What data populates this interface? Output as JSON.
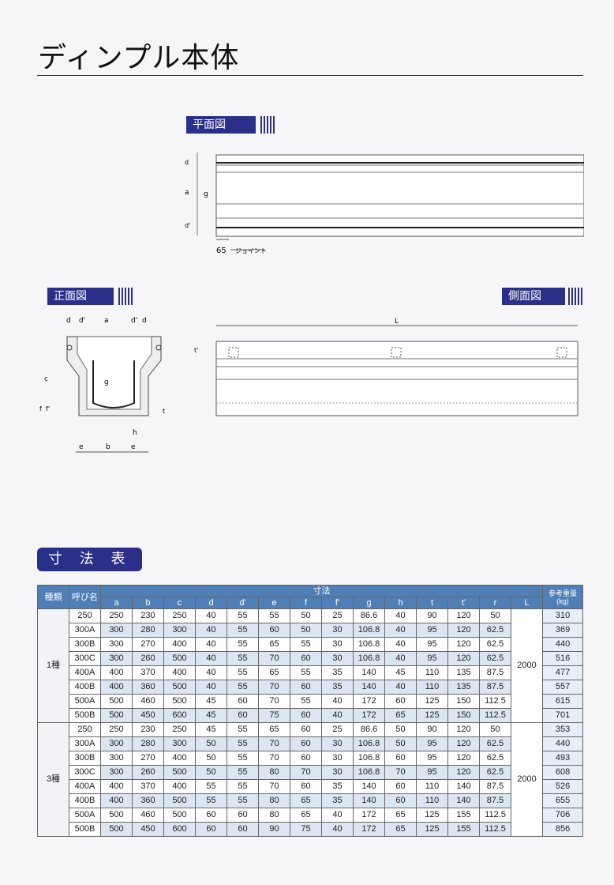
{
  "title": "ディンプル本体",
  "plan_label": "平面図",
  "front_label": "正面図",
  "side_label": "側面図",
  "table_label": "寸 法 表",
  "plan": {
    "dim_65": "65",
    "joint": "ジョイント",
    "a": "a",
    "g": "g",
    "d": "d",
    "dprime": "d'"
  },
  "front": {
    "d": "d",
    "dprime": "d'",
    "a": "a",
    "c": "c",
    "f": "f",
    "fprime": "f'",
    "g": "g",
    "h": "h",
    "e": "e",
    "b": "b",
    "t": "t"
  },
  "side": {
    "L": "L",
    "tprime": "t'"
  },
  "table": {
    "col_kind": "種類",
    "col_name": "呼び名",
    "col_dims": "寸法",
    "col_weight": "参考重量(kg)",
    "dim_headers": [
      "a",
      "b",
      "c",
      "d",
      "d'",
      "e",
      "f",
      "f'",
      "g",
      "h",
      "t",
      "t'",
      "r",
      "L"
    ],
    "groups": [
      {
        "kind": "1種",
        "L": "2000",
        "rows": [
          {
            "name": "250",
            "vals": [
              "250",
              "230",
              "250",
              "40",
              "55",
              "55",
              "50",
              "25",
              "86.6",
              "40",
              "90",
              "120",
              "50"
            ],
            "w": "310"
          },
          {
            "name": "300A",
            "vals": [
              "300",
              "280",
              "300",
              "40",
              "55",
              "60",
              "50",
              "30",
              "106.8",
              "40",
              "95",
              "120",
              "62.5"
            ],
            "w": "369"
          },
          {
            "name": "300B",
            "vals": [
              "300",
              "270",
              "400",
              "40",
              "55",
              "65",
              "55",
              "30",
              "106.8",
              "40",
              "95",
              "120",
              "62.5"
            ],
            "w": "440"
          },
          {
            "name": "300C",
            "vals": [
              "300",
              "260",
              "500",
              "40",
              "55",
              "70",
              "60",
              "30",
              "106.8",
              "40",
              "95",
              "120",
              "62.5"
            ],
            "w": "516"
          },
          {
            "name": "400A",
            "vals": [
              "400",
              "370",
              "400",
              "40",
              "55",
              "65",
              "55",
              "35",
              "140",
              "45",
              "110",
              "135",
              "87.5"
            ],
            "w": "477"
          },
          {
            "name": "400B",
            "vals": [
              "400",
              "360",
              "500",
              "40",
              "55",
              "70",
              "60",
              "35",
              "140",
              "40",
              "110",
              "135",
              "87.5"
            ],
            "w": "557"
          },
          {
            "name": "500A",
            "vals": [
              "500",
              "460",
              "500",
              "45",
              "60",
              "70",
              "55",
              "40",
              "172",
              "60",
              "125",
              "150",
              "112.5"
            ],
            "w": "615"
          },
          {
            "name": "500B",
            "vals": [
              "500",
              "450",
              "600",
              "45",
              "60",
              "75",
              "60",
              "40",
              "172",
              "65",
              "125",
              "150",
              "112.5"
            ],
            "w": "701"
          }
        ]
      },
      {
        "kind": "3種",
        "L": "2000",
        "rows": [
          {
            "name": "250",
            "vals": [
              "250",
              "230",
              "250",
              "45",
              "55",
              "65",
              "60",
              "25",
              "86.6",
              "50",
              "90",
              "120",
              "50"
            ],
            "w": "353"
          },
          {
            "name": "300A",
            "vals": [
              "300",
              "280",
              "300",
              "50",
              "55",
              "70",
              "60",
              "30",
              "106.8",
              "50",
              "95",
              "120",
              "62.5"
            ],
            "w": "440"
          },
          {
            "name": "300B",
            "vals": [
              "300",
              "270",
              "400",
              "50",
              "55",
              "70",
              "60",
              "30",
              "106.8",
              "60",
              "95",
              "120",
              "62.5"
            ],
            "w": "493"
          },
          {
            "name": "300C",
            "vals": [
              "300",
              "260",
              "500",
              "50",
              "55",
              "80",
              "70",
              "30",
              "106.8",
              "70",
              "95",
              "120",
              "62.5"
            ],
            "w": "608"
          },
          {
            "name": "400A",
            "vals": [
              "400",
              "370",
              "400",
              "55",
              "55",
              "70",
              "60",
              "35",
              "140",
              "60",
              "110",
              "140",
              "87.5"
            ],
            "w": "526"
          },
          {
            "name": "400B",
            "vals": [
              "400",
              "360",
              "500",
              "55",
              "55",
              "80",
              "65",
              "35",
              "140",
              "60",
              "110",
              "140",
              "87.5"
            ],
            "w": "655"
          },
          {
            "name": "500A",
            "vals": [
              "500",
              "460",
              "500",
              "60",
              "60",
              "80",
              "65",
              "40",
              "172",
              "65",
              "125",
              "155",
              "112.5"
            ],
            "w": "706"
          },
          {
            "name": "500B",
            "vals": [
              "500",
              "450",
              "600",
              "60",
              "60",
              "90",
              "75",
              "40",
              "172",
              "65",
              "125",
              "155",
              "112.5"
            ],
            "w": "856"
          }
        ]
      }
    ]
  }
}
